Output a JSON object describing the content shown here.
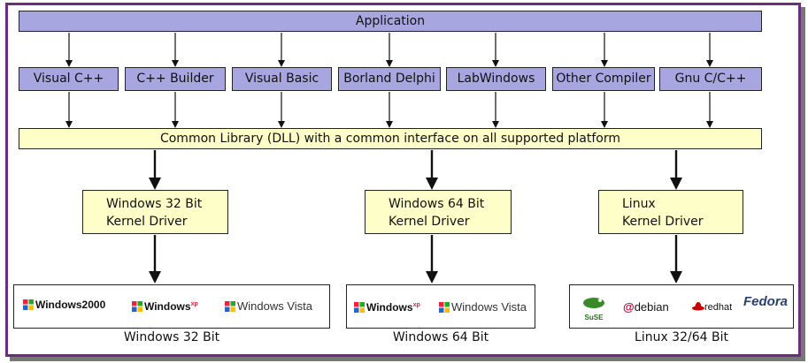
{
  "application_label": "Application",
  "compilers": [
    {
      "label": "Visual C++"
    },
    {
      "label": "C++ Builder"
    },
    {
      "label": "Visual Basic"
    },
    {
      "label": "Borland Delphi"
    },
    {
      "label": "LabWindows"
    },
    {
      "label": "Other Compiler"
    },
    {
      "label": "Gnu C/C++"
    }
  ],
  "library_label": "Common Library (DLL) with a common interface on all supported platform",
  "drivers": [
    {
      "line1": "Windows 32 Bit",
      "line2": "Kernel Driver"
    },
    {
      "line1": "Windows 64 Bit",
      "line2": "Kernel Driver"
    },
    {
      "line1": "Linux",
      "line2": "Kernel Driver"
    }
  ],
  "os_groups": [
    {
      "label": "Windows 32 Bit",
      "logos": {
        "win2000": "Windows2000",
        "winxp": "Windows",
        "xp": "xp",
        "vista": "Windows Vista"
      }
    },
    {
      "label": "Windows 64 Bit",
      "logos": {
        "winxp": "Windows",
        "xp": "xp",
        "vista": "Windows Vista"
      }
    },
    {
      "label": "Linux 32/64 Bit",
      "logos": {
        "suse": "SuSE",
        "debian": "debian",
        "redhat": "redhat",
        "fedora": "Fedora"
      }
    }
  ],
  "colors": {
    "frame": "#6b2d7e",
    "compiler_fill": "#a8a6e0",
    "library_fill": "#fefec8"
  }
}
